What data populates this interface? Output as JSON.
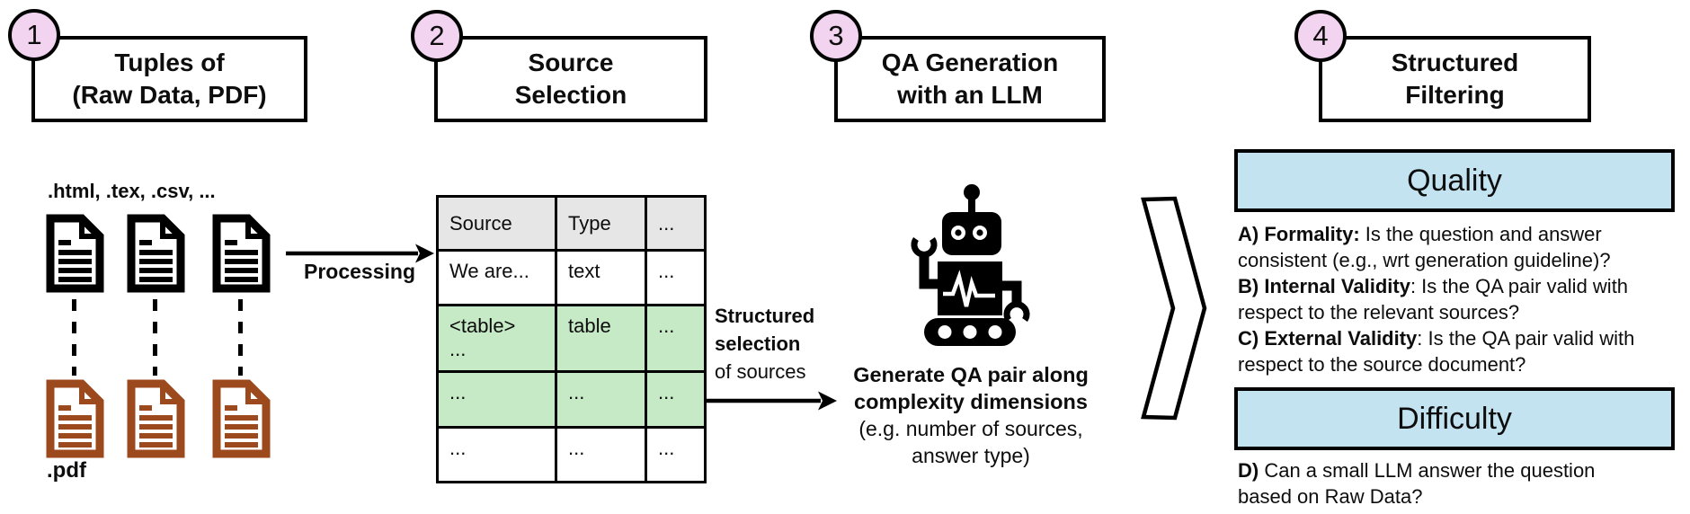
{
  "steps": [
    {
      "number": "1",
      "title": "Tuples of\n(Raw Data, PDF)"
    },
    {
      "number": "2",
      "title": "Source\nSelection"
    },
    {
      "number": "3",
      "title": "QA Generation\nwith an LLM"
    },
    {
      "number": "4",
      "title": "Structured\nFiltering"
    }
  ],
  "documents": {
    "raw_formats_label": ".html, .tex, .csv, ...",
    "pdf_label": ".pdf"
  },
  "processing_label": "Processing",
  "source_table": {
    "headers": [
      "Source",
      "Type",
      "..."
    ],
    "rows": [
      {
        "cells": [
          "We are...",
          "text",
          "..."
        ]
      },
      {
        "cells": [
          "<table>\n...",
          "table",
          "..."
        ]
      },
      {
        "cells": [
          "...",
          "...",
          "..."
        ]
      },
      {
        "cells": [
          "...",
          "...",
          "..."
        ]
      }
    ]
  },
  "selection_note": {
    "bold": "Structured\nselection",
    "regular": "of sources"
  },
  "qa_note": {
    "bold": "Generate QA pair along\ncomplexity dimensions",
    "regular": "(e.g. number of sources,\nanswer type)"
  },
  "quality": {
    "title": "Quality",
    "items": [
      {
        "label": "A) Formality:",
        "text": " Is the question and answer consistent (e.g., wrt generation guideline)?"
      },
      {
        "label": "B) Internal Validity",
        "text": ": Is the QA pair valid with respect to the relevant sources?"
      },
      {
        "label": "C) External Validity",
        "text": ": Is the QA pair valid with respect to the source document?"
      }
    ]
  },
  "difficulty": {
    "title": "Difficulty",
    "items": [
      {
        "label": "D)",
        "text": " Can a small LLM answer the question based on Raw Data?"
      }
    ]
  },
  "icons": {
    "raw_document": "document-icon",
    "pdf_document": "pdf-document-icon",
    "llm": "robot-icon",
    "flow": "chevron-right-shape"
  },
  "colors": {
    "badge_pink": "#F2D3F0",
    "highlight_green": "#C6E9C6",
    "panel_blue": "#C3E3F1",
    "table_header_gray": "#E7E6E6",
    "pdf_brown": "#9C4A1D",
    "ink": "#000000"
  }
}
